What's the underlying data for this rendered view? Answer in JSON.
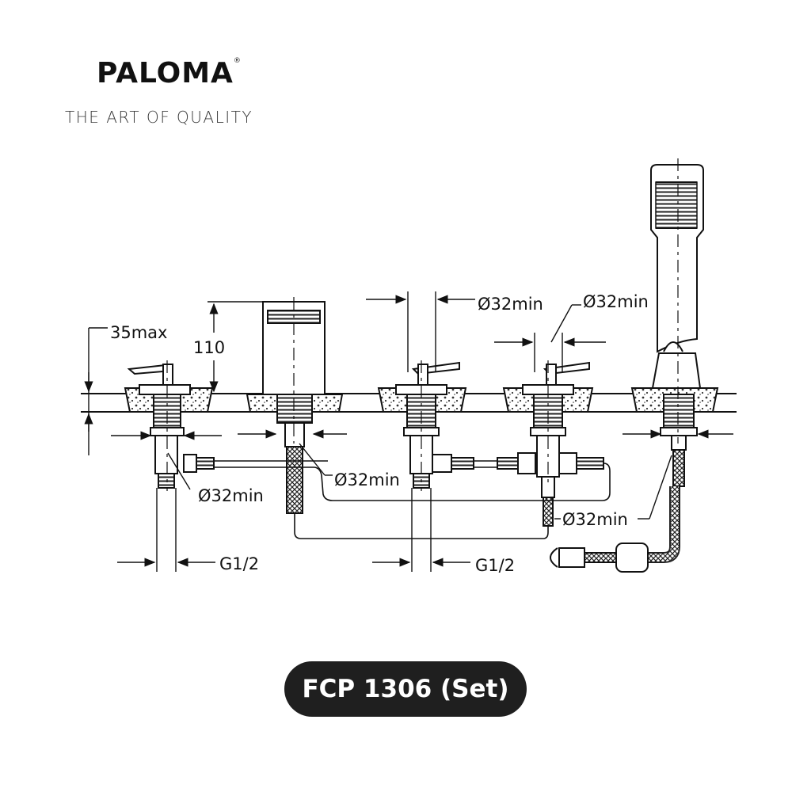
{
  "brand": {
    "name": "PALOMA",
    "registered_mark": "®",
    "tagline": "THE ART OF QUALITY"
  },
  "drawing": {
    "dimension_labels": {
      "deck_thickness": "35max",
      "spout_height": "110",
      "hole_top_middle": "Ø32min",
      "hole_top_right": "Ø32min",
      "hole_left": "Ø32min",
      "hole_spout": "Ø32min",
      "hole_diverter": "Ø32min",
      "thread_left": "G1/2",
      "thread_middle": "G1/2"
    }
  },
  "product": {
    "code": "FCP 1306 (Set)"
  }
}
